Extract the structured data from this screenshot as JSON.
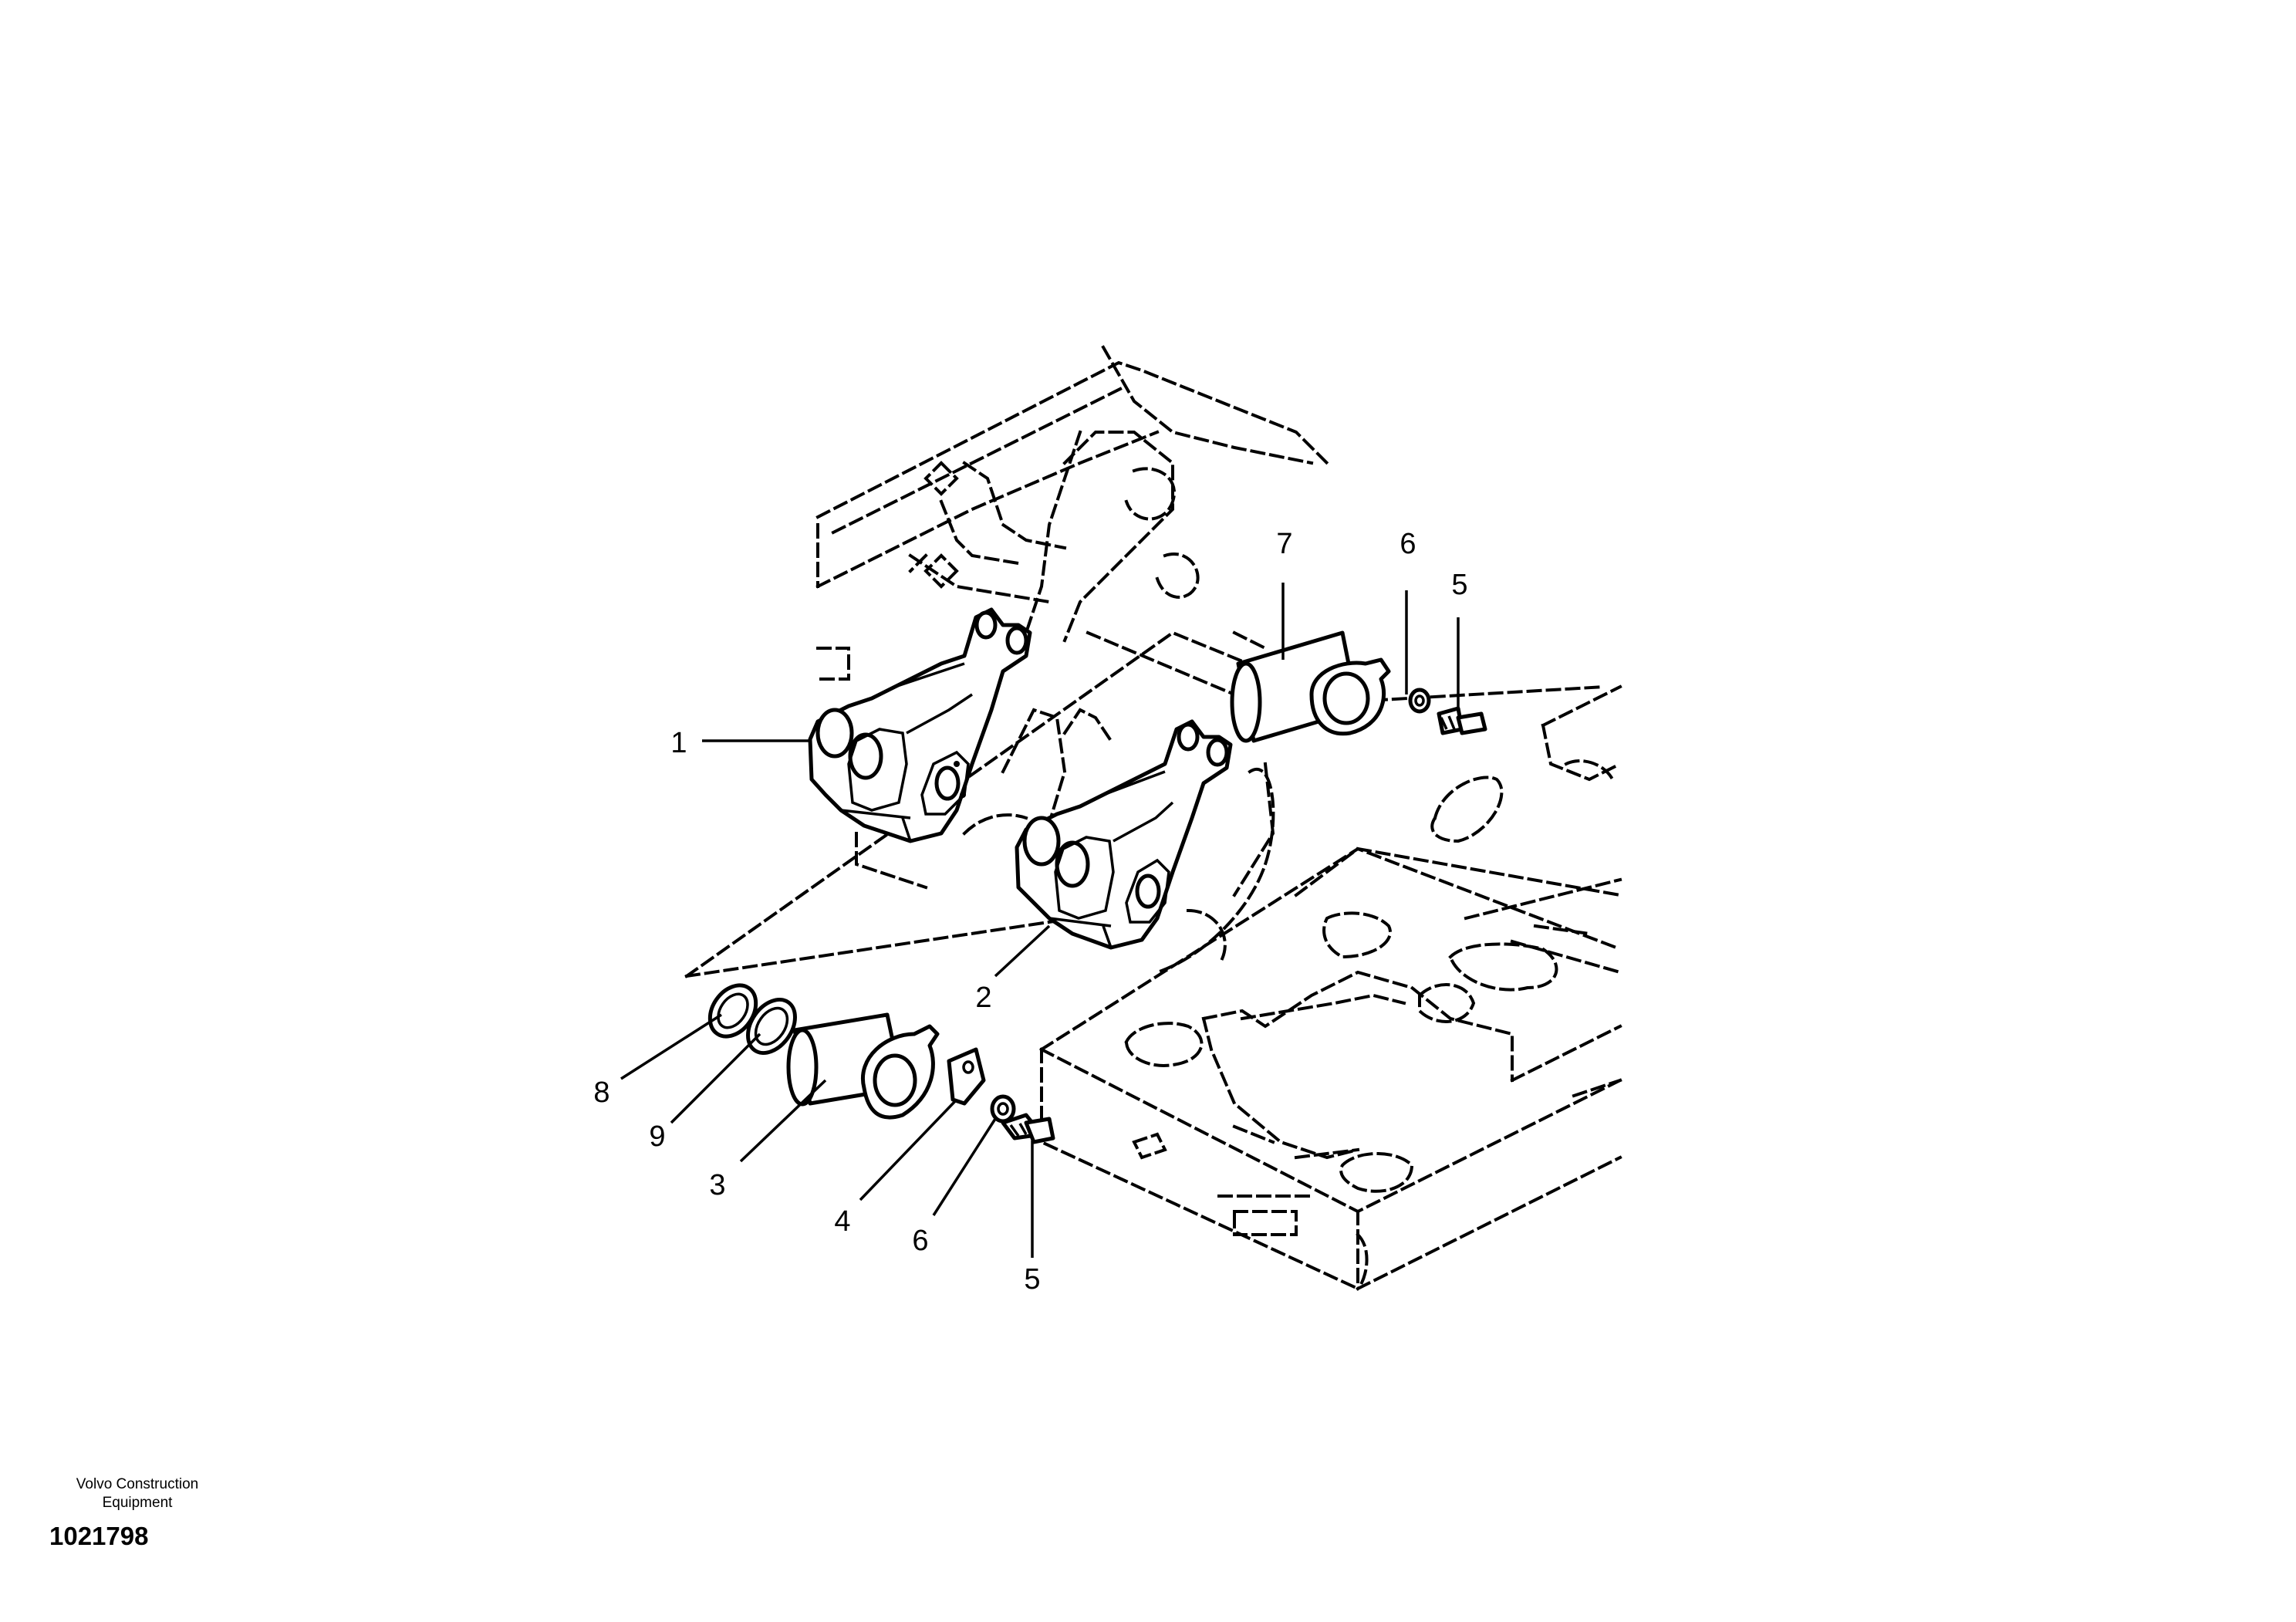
{
  "diagram": {
    "callouts": [
      {
        "id": "c1",
        "label": "1"
      },
      {
        "id": "c2",
        "label": "2"
      },
      {
        "id": "c3",
        "label": "3"
      },
      {
        "id": "c4",
        "label": "4"
      },
      {
        "id": "c5a",
        "label": "5"
      },
      {
        "id": "c5b",
        "label": "5"
      },
      {
        "id": "c6a",
        "label": "6"
      },
      {
        "id": "c6b",
        "label": "6"
      },
      {
        "id": "c7",
        "label": "7"
      },
      {
        "id": "c8",
        "label": "8"
      },
      {
        "id": "c9",
        "label": "9"
      }
    ]
  },
  "footer": {
    "company_line1": "Volvo Construction",
    "company_line2": "Equipment",
    "doc_number": "1021798"
  }
}
